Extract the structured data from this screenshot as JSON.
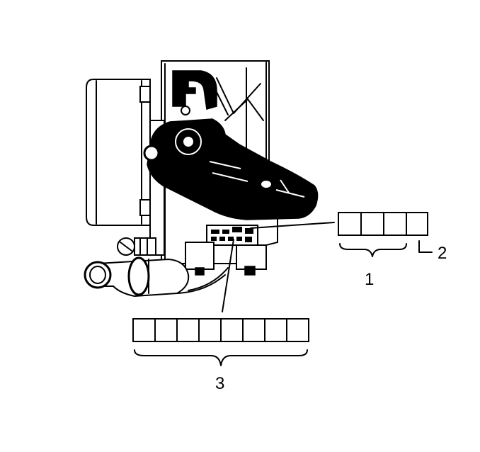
{
  "callouts": {
    "label_1": "1",
    "label_2": "2",
    "label_3": "3"
  },
  "code_fields": {
    "field_1_boxes": 3,
    "field_2_boxes": 1,
    "field_3_boxes": 8
  },
  "colors": {
    "ink": "#000000",
    "paper": "#ffffff"
  }
}
